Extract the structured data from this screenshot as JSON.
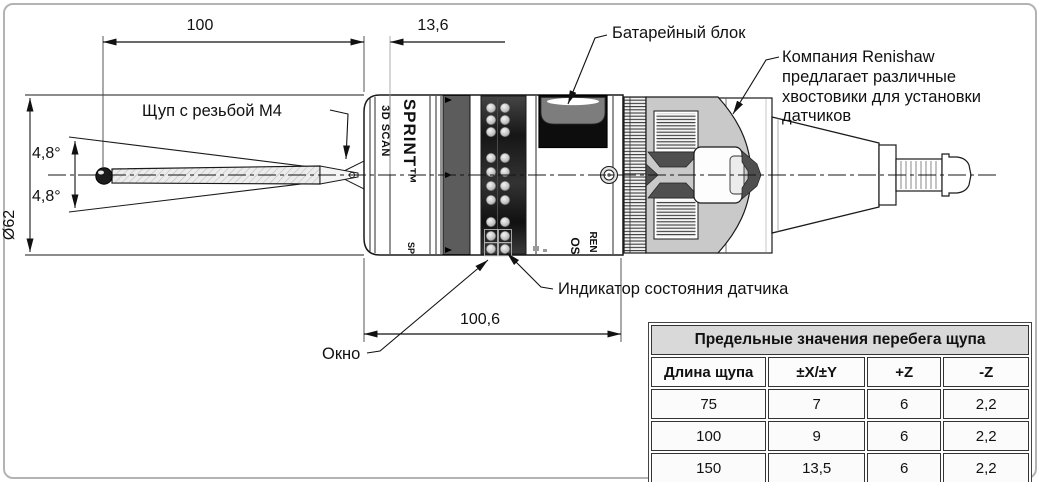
{
  "dimensions": {
    "length_100": "100",
    "length_13_6": "13,6",
    "length_100_6": "100,6",
    "diameter": "Ø62",
    "angle_upper": "4,8°",
    "angle_lower": "4,8°"
  },
  "callouts": {
    "stylus": "Щуп с резьбой M4",
    "battery": "Батарейный блок",
    "shank_note_lines": [
      "Компания Renishaw",
      "предлагает различные",
      "хвостовики для установки",
      "датчиков"
    ],
    "status_indicator": "Индикатор состояния датчика",
    "window": "Окно"
  },
  "probe_markings": {
    "scan_label": "3D SCAN",
    "sprint_label": "SPRINT™",
    "sprint_small": "SP",
    "brand_ren": "REN",
    "brand_os": "OS"
  },
  "table": {
    "title": "Предельные значения перебега щупа",
    "headers": [
      "Длина щупа",
      "±X/±Y",
      "+Z",
      "-Z"
    ],
    "rows": [
      [
        "75",
        "7",
        "6",
        "2,2"
      ],
      [
        "100",
        "9",
        "6",
        "2,2"
      ],
      [
        "150",
        "13,5",
        "6",
        "2,2"
      ]
    ]
  },
  "colors": {
    "line": "#1a1a1a",
    "frame_border": "#b3b3b3",
    "table_header_bg": "#d9d9d9",
    "dark_ring": "#5c5c5c",
    "clamp_grey": "#c9c9c9",
    "collet_dark": "#4f4f4f",
    "battery_grey": "#7d7d7d"
  }
}
